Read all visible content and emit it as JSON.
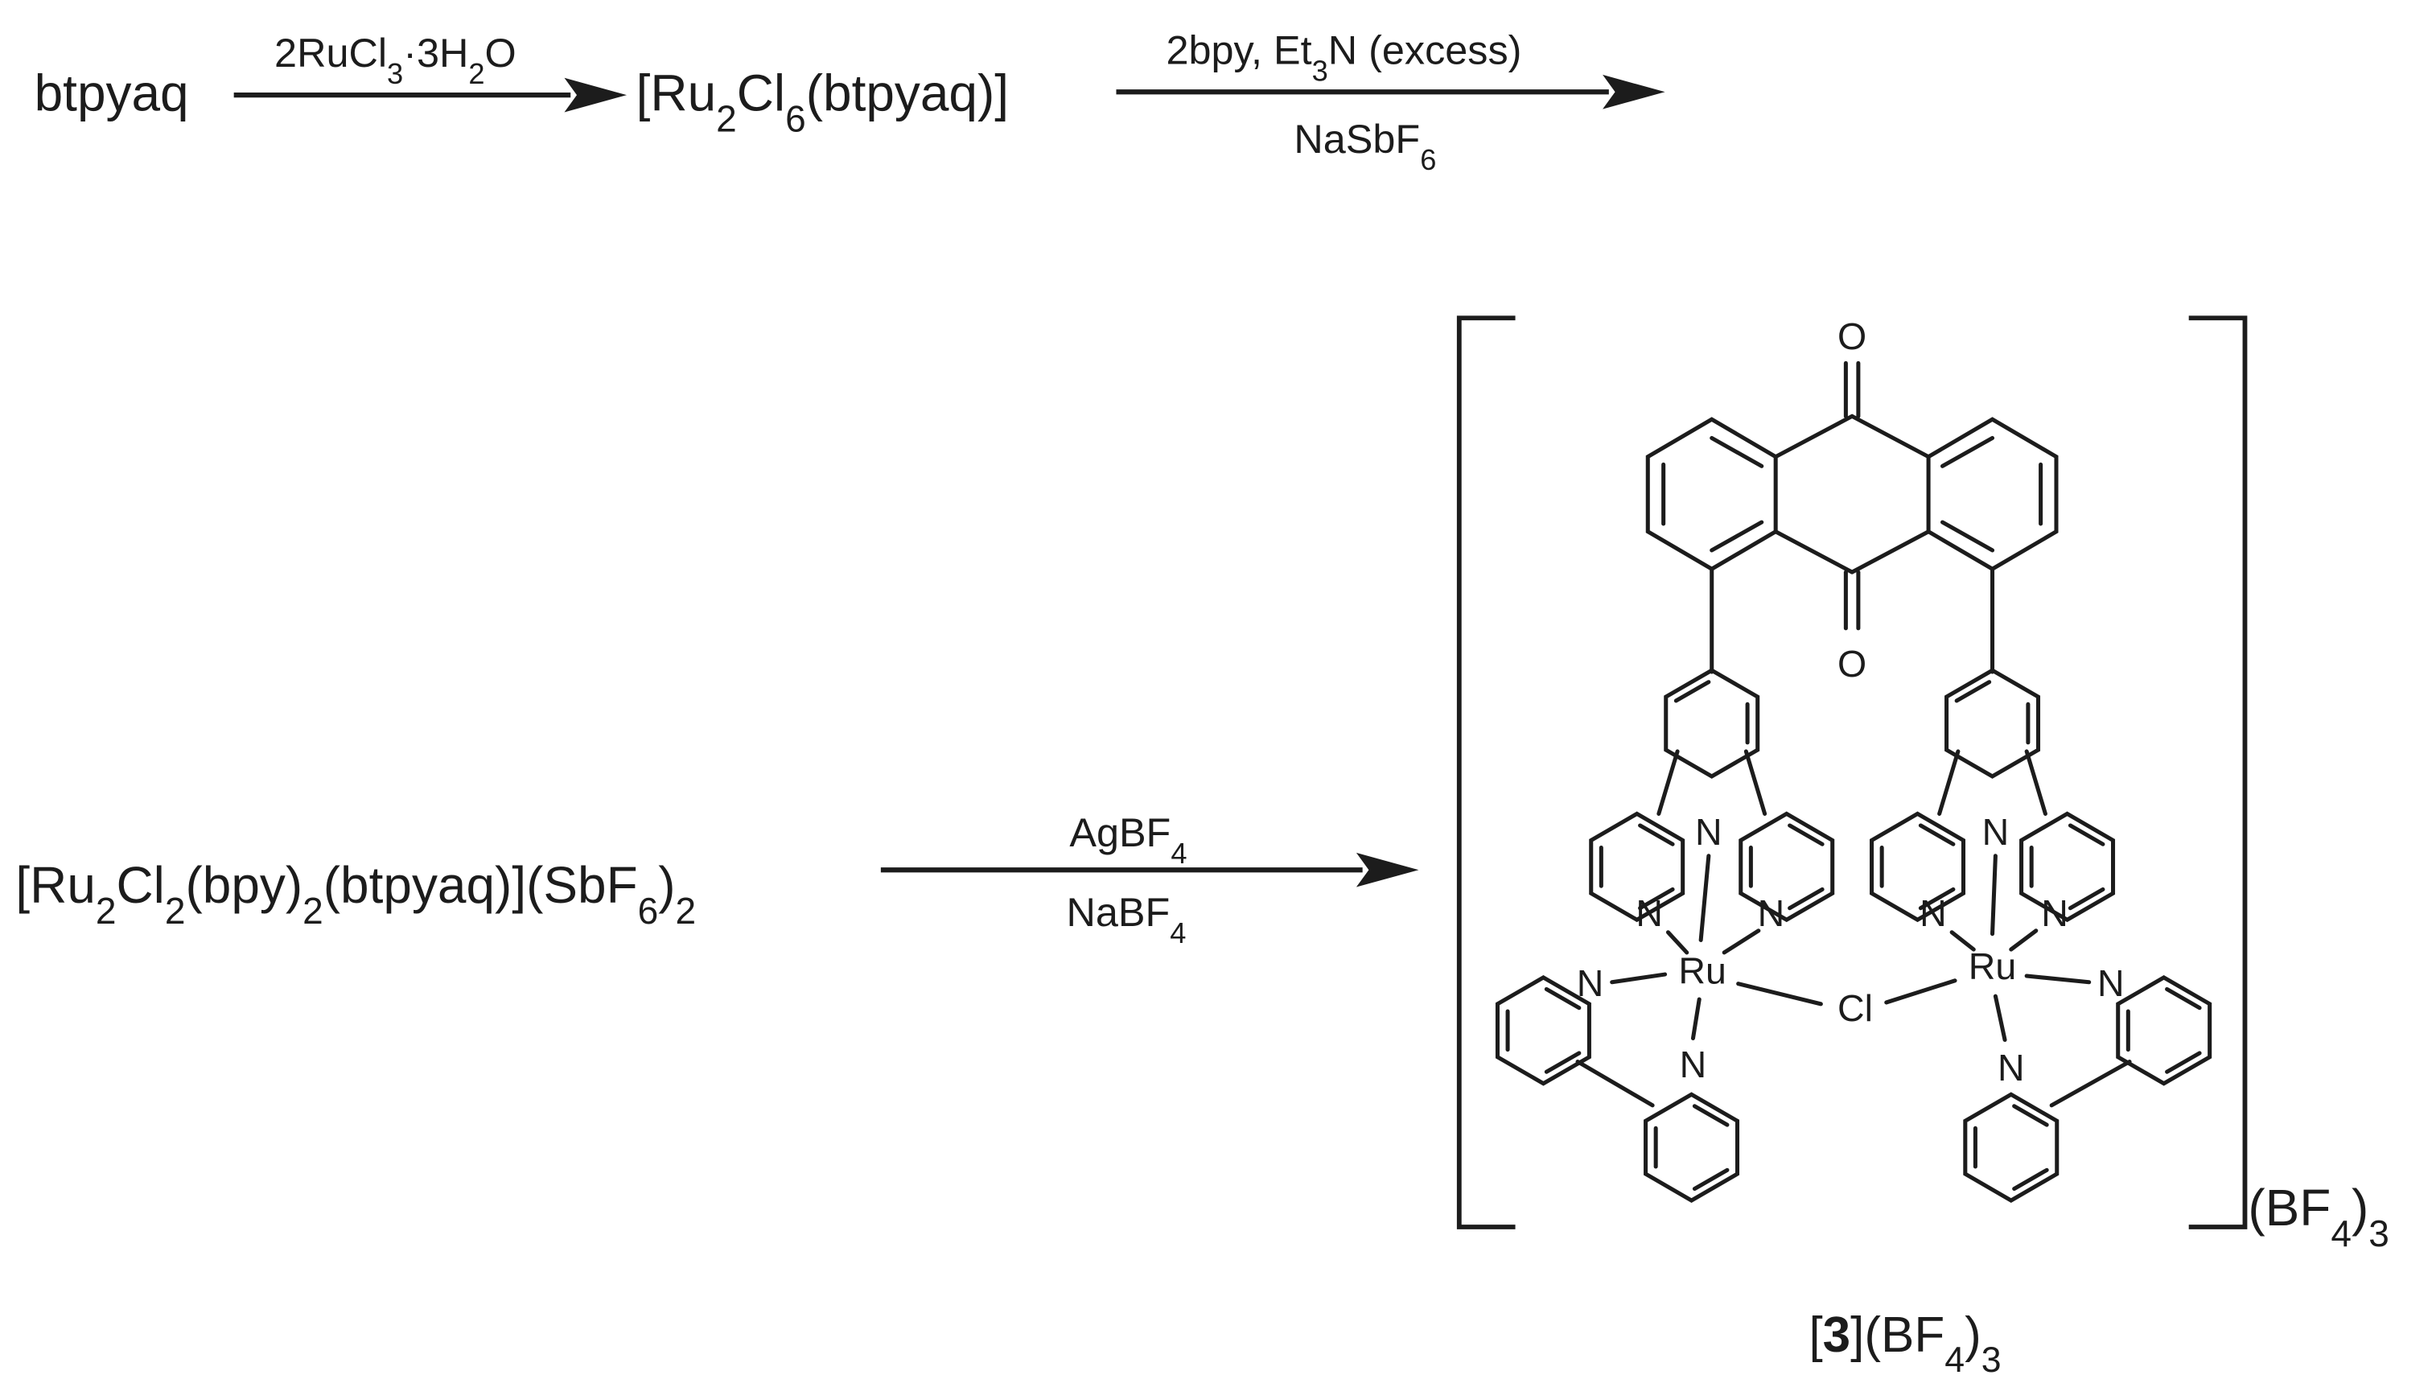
{
  "step1": {
    "reactant": "btpyaq",
    "reagent": "2RuCl3·3H2O",
    "product": "[Ru2Cl6(btpyaq)]"
  },
  "step2": {
    "reagent_top": "2bpy, Et3N (excess)",
    "reagent_bottom": "NaSbF6"
  },
  "step3": {
    "reactant": "[Ru2Cl2(bpy)2(btpyaq)](SbF6)2",
    "reagent_top": "AgBF4",
    "reagent_bottom": "NaBF4"
  },
  "product": {
    "counterion": "(BF4)3",
    "compound_label": "[3](BF4)3",
    "compound_number": "3"
  },
  "structure": {
    "atoms": {
      "oxygen": "O",
      "nitrogen": "N",
      "ruthenium": "Ru",
      "chlorine": "Cl"
    }
  }
}
